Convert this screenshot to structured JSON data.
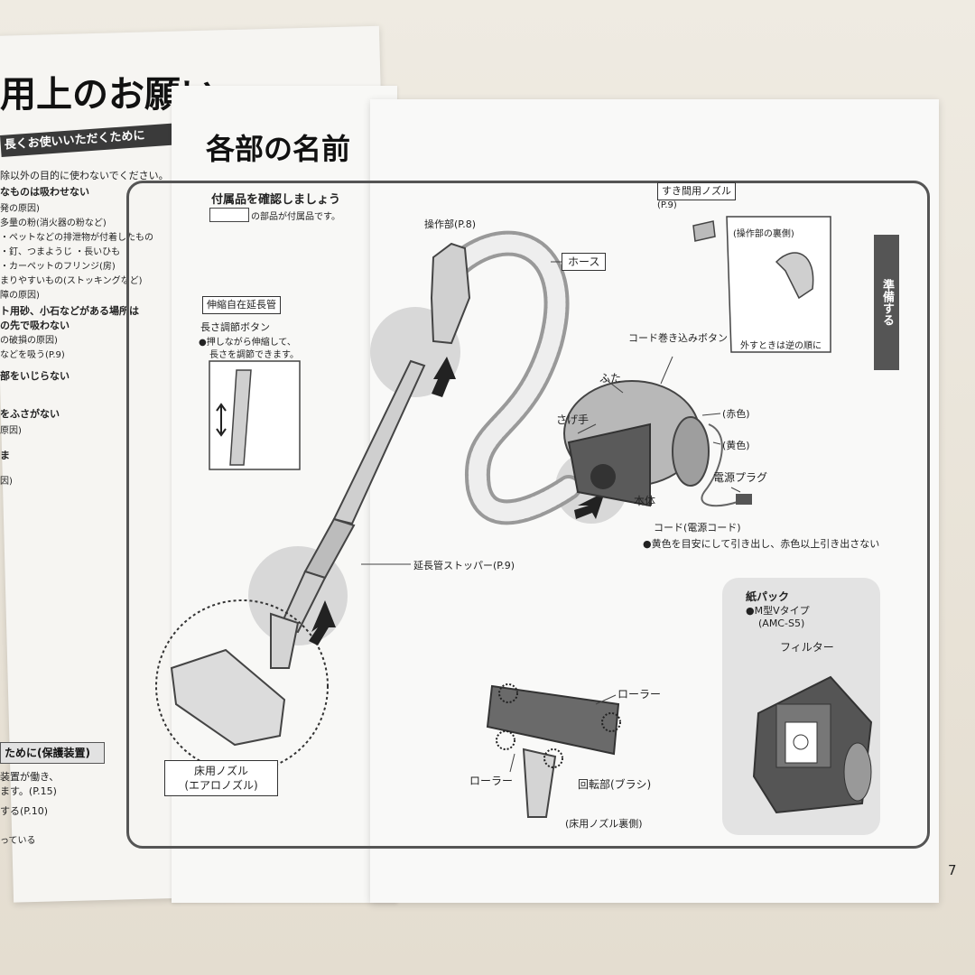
{
  "left_page": {
    "heading": "用上のお願い",
    "banner_top": "長くお使いいただくために",
    "lines": [
      "除以外の目的に使わないでください。",
      "なものは吸わせない",
      "発の原因)",
      "多量の粉(消火器の粉など)",
      "・ペットなどの排泄物が付着したもの",
      "・釘、つまようじ   ・長いひも",
      "・カーペットのフリンジ(房)",
      "まりやすいもの(ストッキングなど)",
      "障の原因)",
      "ト用砂、小石などがある場所は",
      "の先で吸わない",
      "の破損の原因)",
      "などを吸う(P.9)",
      "部をいじらない",
      "をふさがない",
      "原因)",
      "ま",
      "因)"
    ],
    "banner_bottom": "ために(保護装置)",
    "bottom_lines": [
      "装置が働き、",
      "ます。(P.15)",
      "する(P.10)",
      "っている"
    ]
  },
  "center": {
    "heading": "各部の名前",
    "accessories_title": "付属品を確認しましょう",
    "accessories_note": "の部品が付属品です。",
    "telescoping_label": "伸縮自在延長管",
    "length_button": "長さ調節ボタン",
    "length_note_1": "●押しながら伸縮して、",
    "length_note_2": "長さを調節できます。",
    "extension_stopper": "延長管ストッパー(P.9)",
    "floor_nozzle_line1": "床用ノズル",
    "floor_nozzle_line2": "(エアロノズル)"
  },
  "right_page": {
    "operation": "操作部(P.8)",
    "hose": "ホース",
    "crevice_nozzle": "すき間用ノズル",
    "crevice_page": "(P.9)",
    "operation_back": "(操作部の裏側)",
    "remove_note": "外すときは逆の順に",
    "cord_reel_button": "コード巻き込みボタン",
    "lid": "ふた",
    "handle": "さげ手",
    "red": "(赤色)",
    "yellow": "(黄色)",
    "power_plug": "電源プラグ",
    "body": "本体",
    "cord": "コード(電源コード)",
    "cord_note": "●黄色を目安にして引き出し、赤色以上引き出さない",
    "paper_bag": "紙パック",
    "bag_type": "●M型Vタイプ",
    "bag_model": "(AMC-S5)",
    "filter": "フィルター",
    "roller_top": "ローラー",
    "roller_left": "ローラー",
    "rotating_brush": "回転部(ブラシ)",
    "nozzle_underside": "(床用ノズル裏側)",
    "side_tab": "準備する",
    "page_number": "7"
  }
}
